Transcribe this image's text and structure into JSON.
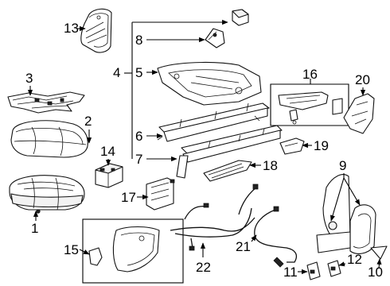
{
  "callouts": {
    "c1": "1",
    "c2": "2",
    "c3": "3",
    "c4": "4",
    "c5": "5",
    "c6": "6",
    "c7": "7",
    "c8": "8",
    "c9": "9",
    "c10": "10",
    "c11": "11",
    "c12": "12",
    "c13": "13",
    "c14": "14",
    "c15": "15",
    "c16": "16",
    "c17": "17",
    "c18": "18",
    "c19": "19",
    "c20": "20",
    "c21": "21",
    "c22": "22"
  },
  "colors": {
    "line": "#111111",
    "background": "#ffffff"
  }
}
